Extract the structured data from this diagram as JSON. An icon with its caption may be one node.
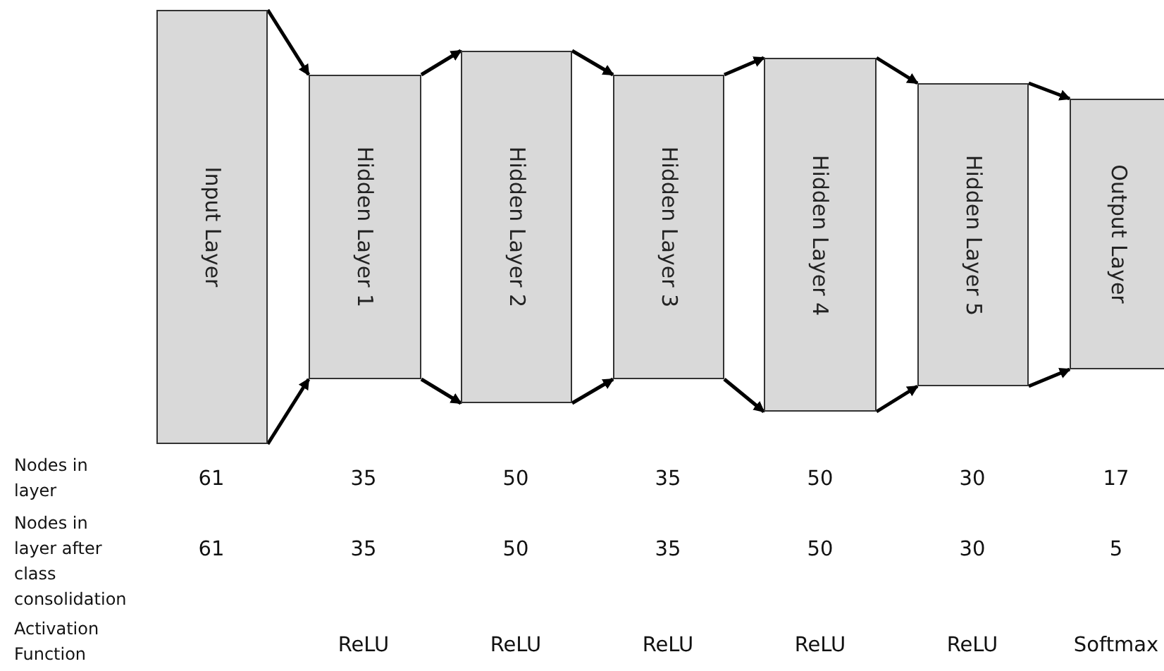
{
  "diagram": {
    "nodes": [
      {
        "text": [
          "Input Layer"
        ]
      },
      {
        "text": [
          "Hidden Layer 1"
        ]
      },
      {
        "text": [
          "Hidden Layer 2"
        ]
      },
      {
        "text": [
          "Hidden Layer 3"
        ]
      },
      {
        "text": [
          "Hidden Layer 4"
        ]
      },
      {
        "text": [
          "Hidden Layer 5"
        ]
      },
      {
        "text": [
          "Output Layer"
        ]
      }
    ],
    "edges": [
      {
        "from": 0,
        "to": 1,
        "arrow": "to"
      },
      {
        "from": 0,
        "to": 1,
        "arrow": "to"
      },
      {
        "from": 1,
        "to": 2,
        "arrow": "to"
      },
      {
        "from": 1,
        "to": 2,
        "arrow": "to"
      },
      {
        "from": 2,
        "to": 3,
        "arrow": "to"
      },
      {
        "from": 2,
        "to": 3,
        "arrow": "to"
      },
      {
        "from": 3,
        "to": 4,
        "arrow": "to"
      },
      {
        "from": 3,
        "to": 4,
        "arrow": "to"
      },
      {
        "from": 4,
        "to": 5,
        "arrow": "to"
      },
      {
        "from": 4,
        "to": 5,
        "arrow": "to"
      },
      {
        "from": 5,
        "to": 6,
        "arrow": "to"
      },
      {
        "from": 5,
        "to": 6,
        "arrow": "to"
      }
    ],
    "labels": [
      "Nodes in layer",
      "61",
      "35",
      "50",
      "35",
      "50",
      "30",
      "17",
      "Nodes in layer after class consolidation",
      "61",
      "35",
      "50",
      "35",
      "50",
      "30",
      "5",
      "Activation Function",
      "ReLU",
      "ReLU",
      "ReLU",
      "ReLU",
      "ReLU",
      "Softmax"
    ]
  }
}
